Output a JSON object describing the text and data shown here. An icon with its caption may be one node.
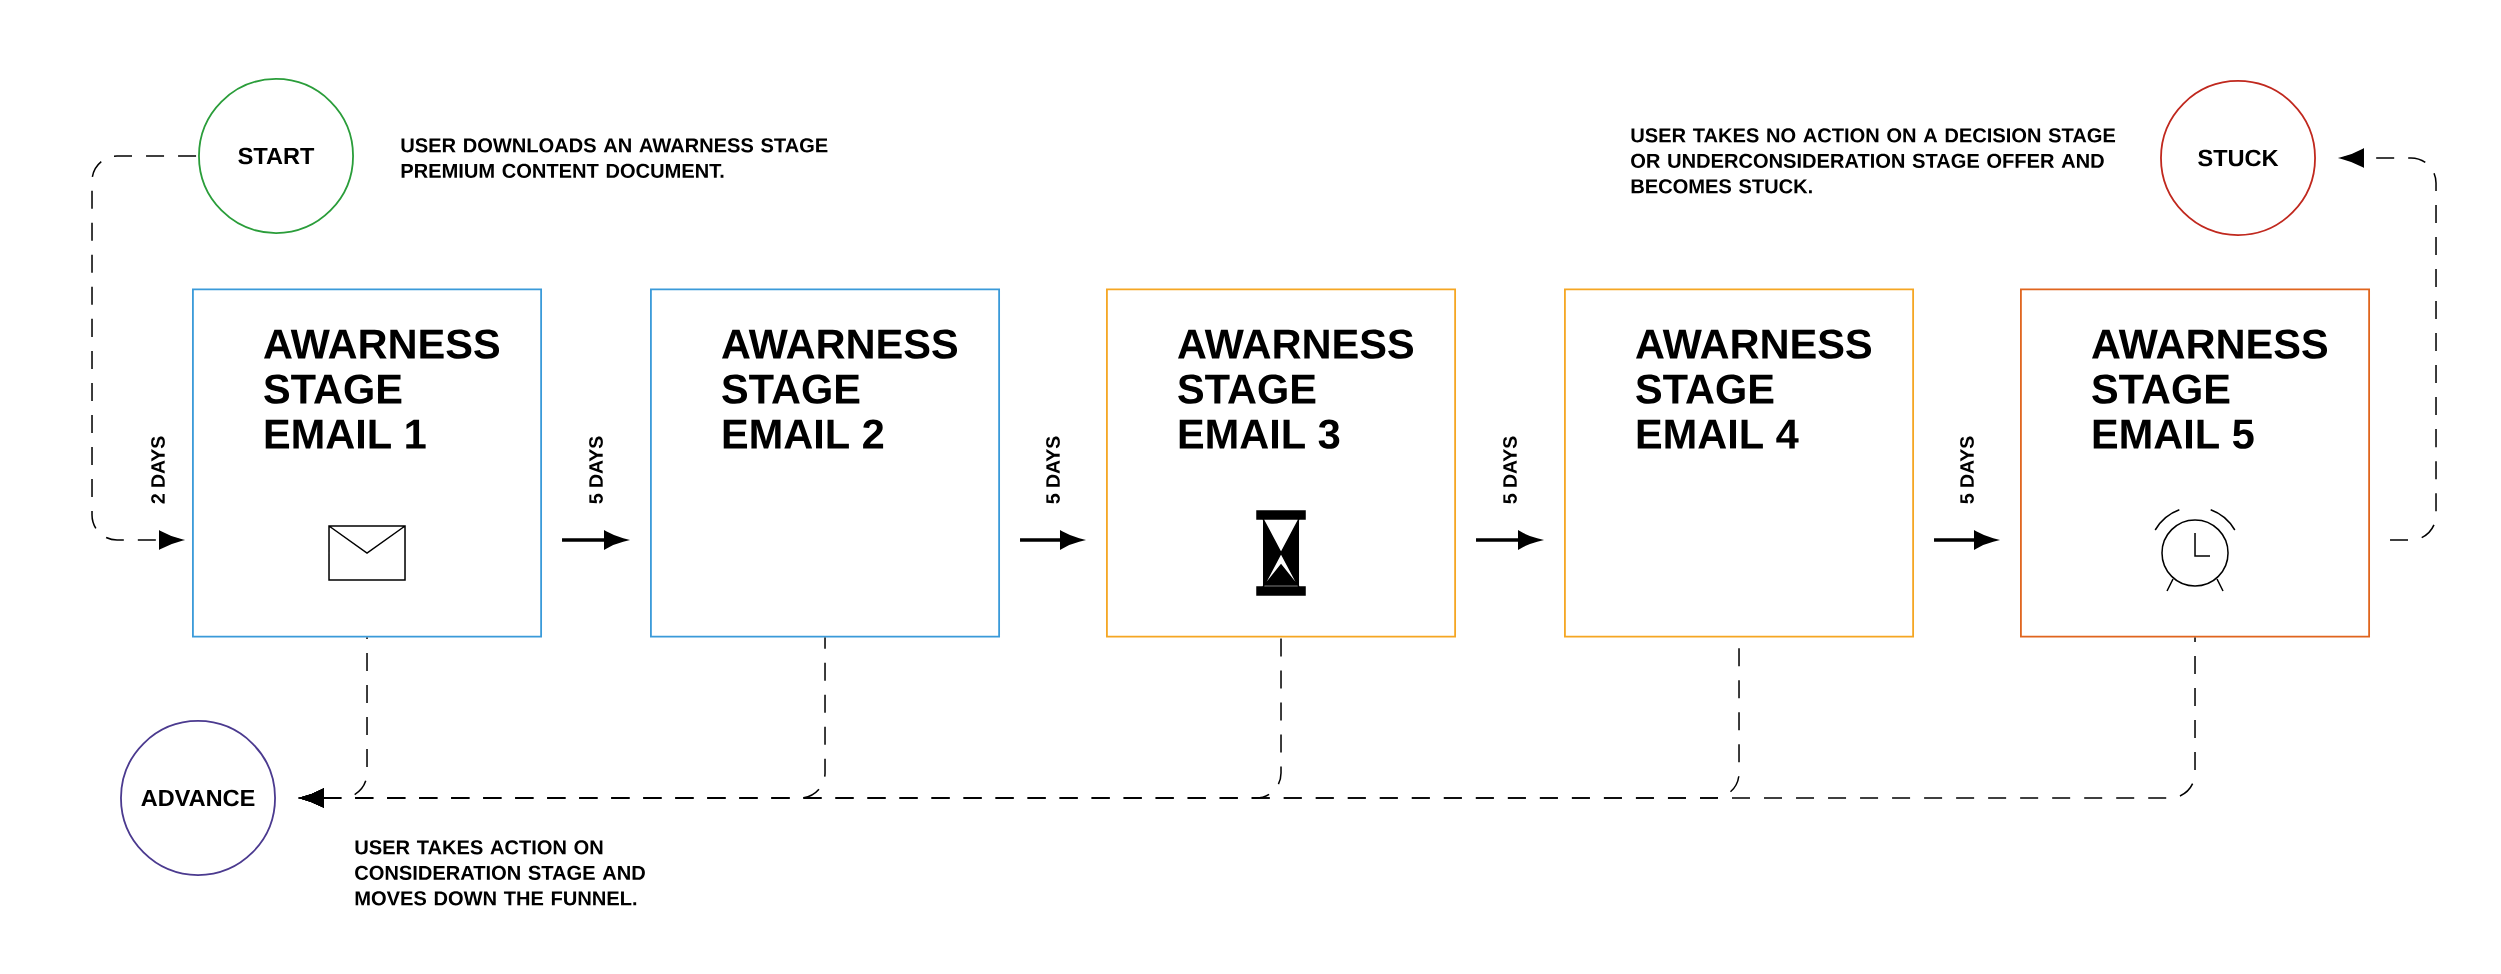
{
  "diagram": {
    "nodes": [
      {
        "text": [
          "START"
        ],
        "beside": [
          "USER DOWNLOADS AN AWARNESS STAGE PREMIUM CONTENT DOCUMENT."
        ]
      },
      {
        "text": [
          "AWARNESS STAGE EMAIL 1"
        ]
      },
      {
        "text": [
          "AWARNESS STAGE EMAIL 2"
        ]
      },
      {
        "text": [
          "AWARNESS STAGE EMAIL 3"
        ]
      },
      {
        "text": [
          "AWARNESS STAGE EMAIL 4"
        ]
      },
      {
        "text": [
          "AWARNESS STAGE EMAIL 5"
        ]
      },
      {
        "text": [
          "STUCK"
        ],
        "beside": [
          "USER TAKES NO ACTION ON A DECISION STAGE OR UNDERCONSIDERATION STAGE OFFER AND BECOMES STUCK."
        ]
      },
      {
        "text": [
          "ADVANCE"
        ],
        "beside": [
          "USER TAKES ACTION ON CONSIDERATION STAGE AND MOVES DOWN THE FUNNEL."
        ]
      }
    ],
    "edges": [
      {
        "from": 0,
        "to": 1,
        "arrow": "to",
        "label": "2 DAYS",
        "style": "dashed"
      },
      {
        "from": 1,
        "to": 2,
        "arrow": "to",
        "label": "5 DAYS"
      },
      {
        "from": 2,
        "to": 3,
        "arrow": "to",
        "label": "5 DAYS"
      },
      {
        "from": 3,
        "to": 4,
        "arrow": "to",
        "label": "5 DAYS"
      },
      {
        "from": 4,
        "to": 5,
        "arrow": "to",
        "label": "5 DAYS"
      },
      {
        "from": 5,
        "to": 6,
        "arrow": "to",
        "style": "dashed"
      },
      {
        "from": 1,
        "to": 7,
        "arrow": "to",
        "style": "dashed"
      },
      {
        "from": 2,
        "to": 7,
        "arrow": "to",
        "style": "dashed"
      },
      {
        "from": 3,
        "to": 7,
        "arrow": "to",
        "style": "dashed"
      },
      {
        "from": 4,
        "to": 7,
        "arrow": "to",
        "style": "dashed"
      },
      {
        "from": 5,
        "to": 7,
        "arrow": "to",
        "style": "dashed"
      }
    ]
  }
}
